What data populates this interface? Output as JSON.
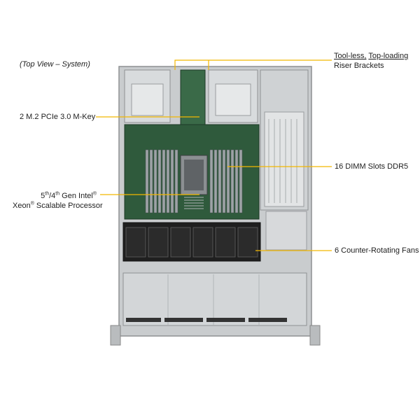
{
  "view_title": "(Top View – System)",
  "callouts": {
    "riser": {
      "line1_a": "Tool-less,",
      "line1_b": "Top-loading",
      "line2": "Riser Brackets"
    },
    "m2": "2 M.2 PCIe 3.0 M-Key",
    "dimm": "16 DIMM Slots DDR5",
    "cpu": {
      "gen_a": "5",
      "sup_a": "th",
      "gen_sep": "/4",
      "sup_b": "th",
      "gen_rest": " Gen Intel",
      "reg1": "®",
      "xeon": "Xeon",
      "reg2": "®",
      "rest": " Scalable Processor"
    },
    "fans": "6 Counter-Rotating Fans"
  },
  "colors": {
    "leader": "#f2b600",
    "chassis": "#c9ccce",
    "board": "#2f5a3c",
    "fan": "#262626"
  }
}
